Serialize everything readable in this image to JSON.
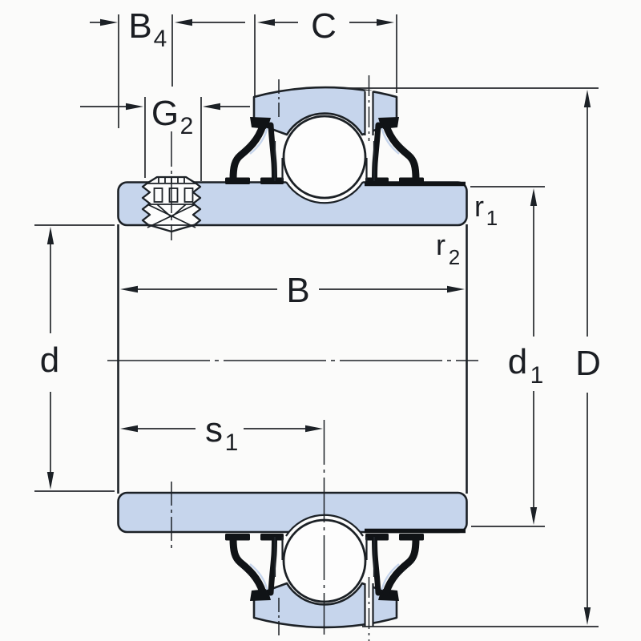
{
  "drawing": {
    "labels": {
      "b4": {
        "base": "B",
        "sub": "4"
      },
      "c": {
        "base": "C"
      },
      "g2": {
        "base": "G",
        "sub": "2"
      },
      "r1": {
        "base": "r",
        "sub": "1"
      },
      "r2": {
        "base": "r",
        "sub": "2"
      },
      "b": {
        "base": "B"
      },
      "d": {
        "base": "d"
      },
      "s1": {
        "base": "s",
        "sub": "1"
      },
      "d1": {
        "base": "d",
        "sub": "1"
      },
      "D": {
        "base": "D"
      }
    },
    "colors": {
      "section_fill": "#c6d5ec",
      "line": "#1c2126",
      "background": "#fbfbfa"
    }
  }
}
